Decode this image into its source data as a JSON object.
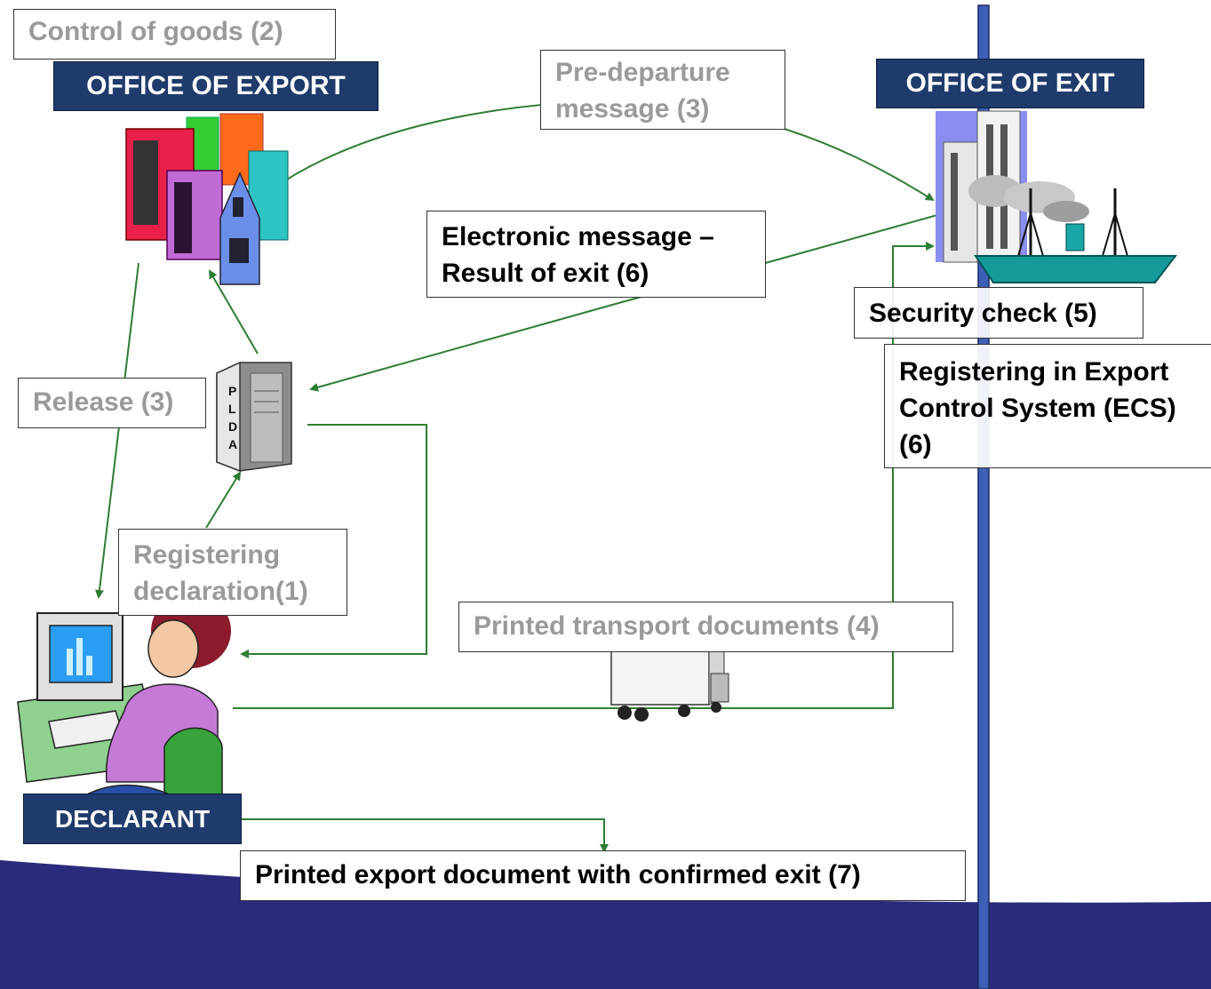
{
  "labels": {
    "office_of_export": "OFFICE OF EXPORT",
    "office_of_exit": "OFFICE OF EXIT",
    "declarant": "DECLARANT",
    "control_of_goods": "Control of goods (2)",
    "pre_departure_line1": "Pre-departure",
    "pre_departure_line2": "message (3)",
    "electronic_line1": "Electronic message –",
    "electronic_line2": "Result of exit (6)",
    "security_check": "Security check (5)",
    "registering_ecs_line1": "Registering in Export",
    "registering_ecs_line2": "Control System (ECS)",
    "registering_ecs_line3": "(6)",
    "release": "Release (3)",
    "registering_decl_line1": "Registering",
    "registering_decl_line2": "declaration(1)",
    "printed_transport": "Printed transport documents (4)",
    "printed_export": "Printed export document with confirmed exit (7)",
    "plda_letters": [
      "P",
      "L",
      "D",
      "A"
    ]
  },
  "colors": {
    "navy": "#1f3b6b",
    "band": "#2a2a7c",
    "pole": "#3e5fb6",
    "arrow": "#2e7d32",
    "gray_text": "#9a9a9a"
  },
  "icons": [
    "office-buildings-icon",
    "exit-office-ship-icon",
    "plda-server-icon",
    "declarant-computer-user-icon",
    "truck-icon"
  ]
}
